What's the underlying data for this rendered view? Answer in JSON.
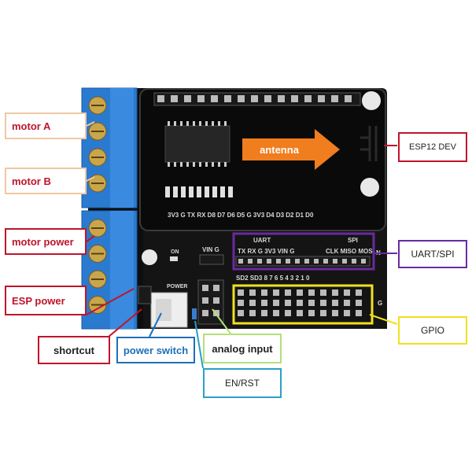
{
  "board": {
    "antenna_label": "antenna",
    "pin_labels_top": [
      "3V3",
      "G",
      "TX",
      "RX",
      "D8",
      "D7",
      "D6",
      "D5",
      "G",
      "3V3",
      "D4",
      "D3",
      "D2",
      "D1",
      "D0"
    ],
    "pin_labels_top_display": "3V3  G  TX  RX  D8  D7  D6  D5  G  3V3 D4 D3 D2 D1 D0",
    "uart_header": "UART",
    "spi_header": "SPI",
    "uart_pins": "TX  RX  G  3V3 VIN  G",
    "spi_pins": "CLK MISO MOSI",
    "on_label": "ON",
    "vin_label": "VIN  G",
    "power_label": "POWER",
    "gpio_pins": "SD2 SD3  8   7   6   5   4   3   2   1   0",
    "side_letters": [
      "N",
      "G"
    ]
  },
  "callouts": {
    "motor_a": "motor A",
    "motor_b": "motor B",
    "motor_power": "motor power",
    "esp_power": "ESP power",
    "shortcut": "shortcut",
    "power_switch": "power switch",
    "analog_input": "analog input",
    "en_rst": "EN/RST",
    "esp12_dev": "ESP12 DEV",
    "uart_spi": "UART/SPI",
    "gpio": "GPIO"
  },
  "colors": {
    "orange": "#f0c8a0",
    "red": "#c0142a",
    "blue": "#1e6fb8",
    "green": "#b4e07a",
    "cyan": "#2aa0c8",
    "purple": "#6a2aa0",
    "yellow": "#f0e020",
    "terminal_blue": "#2a7ad0",
    "pcb": "#111111"
  }
}
